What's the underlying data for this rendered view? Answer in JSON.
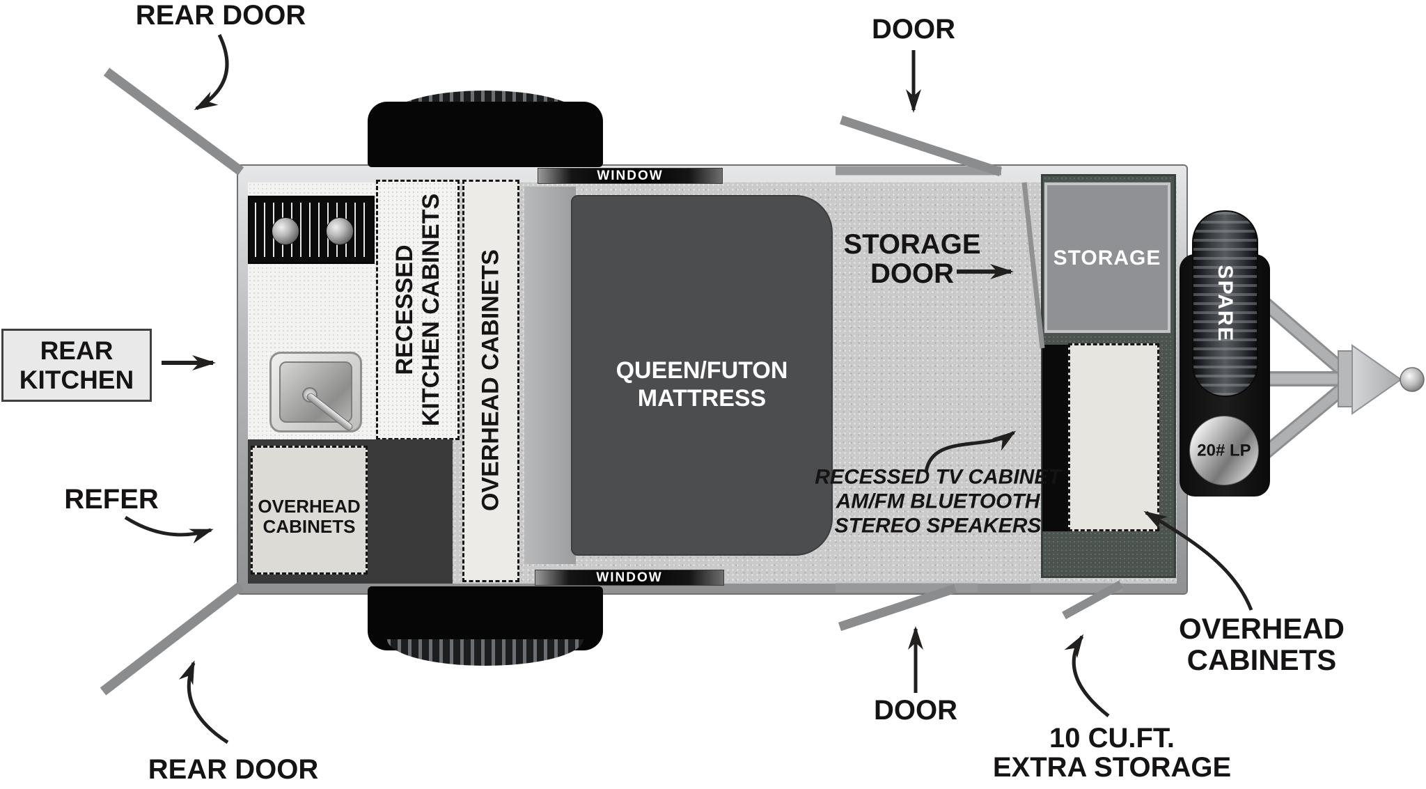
{
  "diagram": {
    "type": "travel-trailer-floorplan",
    "view": "top-down"
  },
  "callouts": {
    "rear_door_top": "REAR DOOR",
    "rear_door_bottom": "REAR DOOR",
    "door_top": "DOOR",
    "door_bottom": "DOOR",
    "rear_kitchen": {
      "line1": "REAR",
      "line2": "KITCHEN"
    },
    "refer": "REFER",
    "storage_door": {
      "line1": "STORAGE",
      "line2": "DOOR"
    },
    "tv_cabinet": {
      "line1": "RECESSED TV CABINET",
      "line2": "AM/FM BLUETOOTH",
      "line3": "STEREO SPEAKERS"
    },
    "overhead_cabinets_right": {
      "line1": "OVERHEAD",
      "line2": "CABINETS"
    },
    "extra_storage": {
      "line1": "10 CU.FT.",
      "line2": "EXTRA STORAGE"
    }
  },
  "interior": {
    "window_top": "WINDOW",
    "window_bottom": "WINDOW",
    "recessed_kitchen_cabinets": {
      "line1": "RECESSED",
      "line2": "KITCHEN CABINETS"
    },
    "overhead_cabinets_strip": "OVERHEAD CABINETS",
    "overhead_cabinets_box": {
      "line1": "OVERHEAD",
      "line2": "CABINETS"
    },
    "mattress": {
      "line1": "QUEEN/FUTON",
      "line2": "MATTRESS"
    },
    "storage": "STORAGE"
  },
  "exterior": {
    "spare_tire": "SPARE",
    "lp_tank": "20# LP"
  },
  "colors": {
    "floor": "#c9cac9",
    "wall": "#b9babc",
    "counter": "#f3f3f1",
    "mattress": "#4b4d4f",
    "bed_platform": "#a9abad",
    "compartment": "#4c544f",
    "storage_box": "#8f9194",
    "dark_cabinet": "#3a3a3a",
    "cabinet_box_fill": "#e6e5e0",
    "annotation": "#221f1f",
    "door_swing": "#8a8c8e"
  }
}
